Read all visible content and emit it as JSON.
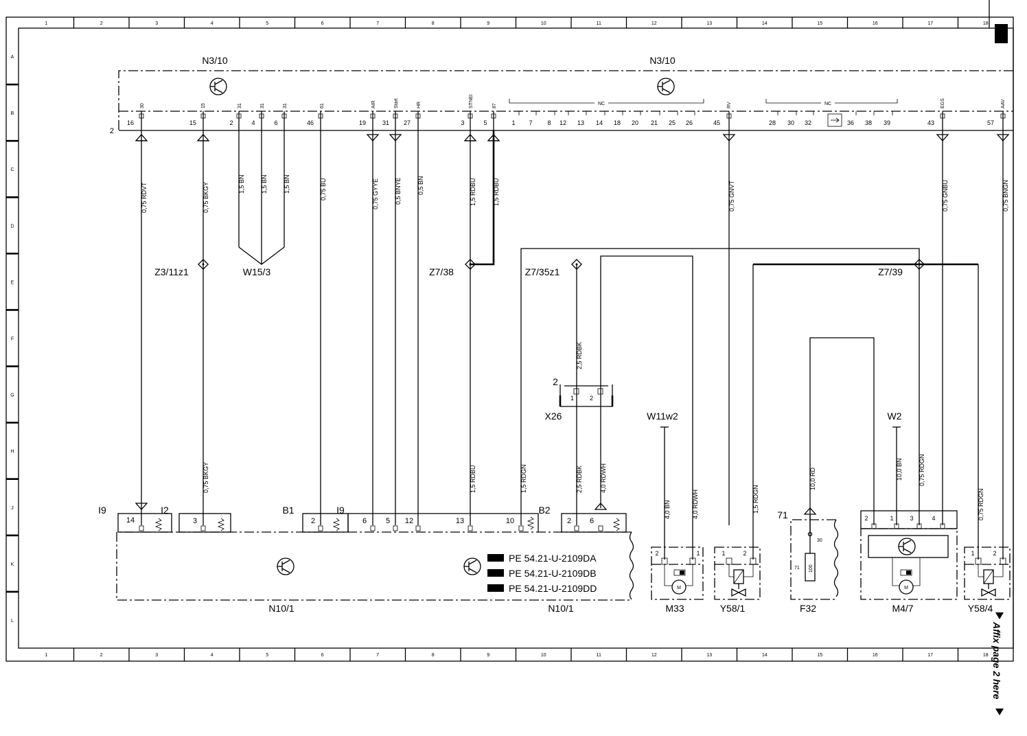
{
  "frame": {
    "columns": [
      "1",
      "2",
      "3",
      "4",
      "5",
      "6",
      "7",
      "8",
      "9",
      "10",
      "11",
      "12",
      "13",
      "14",
      "15",
      "16",
      "17",
      "18"
    ],
    "rows": [
      "A",
      "B",
      "C",
      "D",
      "E",
      "F",
      "G",
      "H",
      "J",
      "K",
      "L"
    ]
  },
  "top_module": {
    "label_left": "N3/10",
    "label_right": "N3/10",
    "connector": "2",
    "nc_label": "NC",
    "pin_tags": {
      "p30": "30",
      "p15": "15",
      "p31a": "31",
      "p31b": "31",
      "p31c": "31",
      "p61": "61",
      "pAIR": "AIR",
      "pStart": "Start",
      "pHR": "HR",
      "pSTNEI": "STNEI",
      "p87": "87",
      "pRV": "RV",
      "pEGS": "EGS",
      "pAAV": "AAV"
    },
    "pin_numbers": {
      "n16": "16",
      "n15": "15",
      "n2": "2",
      "n4": "4",
      "n6": "6",
      "n46": "46",
      "n19": "19",
      "n31": "31",
      "n27": "27",
      "n3": "3",
      "n5": "5",
      "n45": "45",
      "n43": "43",
      "n57": "57"
    },
    "nc_pins_1": [
      "1",
      "7",
      "8",
      "12",
      "13",
      "14",
      "18",
      "20",
      "21",
      "25",
      "26"
    ],
    "nc_pins_2": [
      "28",
      "30",
      "32",
      "36",
      "38",
      "39"
    ]
  },
  "wires": {
    "w1": "0,75 RDVT",
    "w2": "0,75 BKGY",
    "w3": "1,5 BN",
    "w4": "1,5 BN",
    "w5": "1,5 BN",
    "w6": "0,75 BU",
    "w7": "0,75 GYYE",
    "w8": "0,5 BNYE",
    "w9": "0,5 BN",
    "w10": "1,5 RDBU",
    "w11": "1,5 RDBU",
    "w12": "0,75 GNVT",
    "w13": "0,75 GNBU",
    "w14": "0,75 BNGN",
    "w15": "2,5 RDBK",
    "w16": "0,75 BKGY",
    "w17": "1,5 RDBU",
    "w18": "1,5 RDGN",
    "w19": "2,5 RDBK",
    "w20": "4,0 RDWH",
    "w21": "4,0 BN",
    "w22": "4,0 RDWH",
    "w23": "1,5 RDGN",
    "w24": "10,0 RD",
    "w25": "10,0 BN",
    "w26": "0,75 RDGN",
    "w27": "0,75 RDGN"
  },
  "splices": {
    "z3": "Z3/11z1",
    "w153": "W15/3",
    "z738": "Z7/38",
    "z735": "Z7/35z1",
    "z739": "Z7/39"
  },
  "x26": {
    "label": "X26",
    "connector": "2",
    "pin1": "1",
    "pin2": "2"
  },
  "grounds": {
    "g1": "W11w2",
    "g2": "W2"
  },
  "bottom_module": {
    "label_left": "N10/1",
    "label_right": "N10/1",
    "conn_I9a": "I9",
    "conn_I2": "I2",
    "conn_B1": "B1",
    "conn_I9b": "I9",
    "conn_B2": "B2",
    "pins": {
      "b14": "14",
      "b3": "3",
      "b2": "2",
      "b6": "6",
      "b5": "5",
      "b12": "12",
      "b13": "13",
      "b10": "10",
      "b2b": "2",
      "b6b": "6"
    },
    "refs": [
      "PE 54.21-U-2109DA",
      "PE 54.21-U-2109DB",
      "PE 54.21-U-2109DD"
    ]
  },
  "components": {
    "m33": {
      "label": "M33",
      "p2": "2",
      "p1": "1",
      "motor": "M"
    },
    "y581": {
      "label": "Y58/1",
      "p1": "1",
      "p2": "2"
    },
    "f32": {
      "label": "F32",
      "conn": "71",
      "fuse": "100",
      "f71": "71",
      "f30": "30"
    },
    "m47": {
      "label": "M4/7",
      "p2": "2",
      "p1": "1",
      "p3": "3",
      "p4": "4",
      "motor": "M"
    },
    "y584": {
      "label": "Y58/4",
      "p1": "1",
      "p2": "2"
    }
  },
  "side_note": "Affix page 2 here"
}
